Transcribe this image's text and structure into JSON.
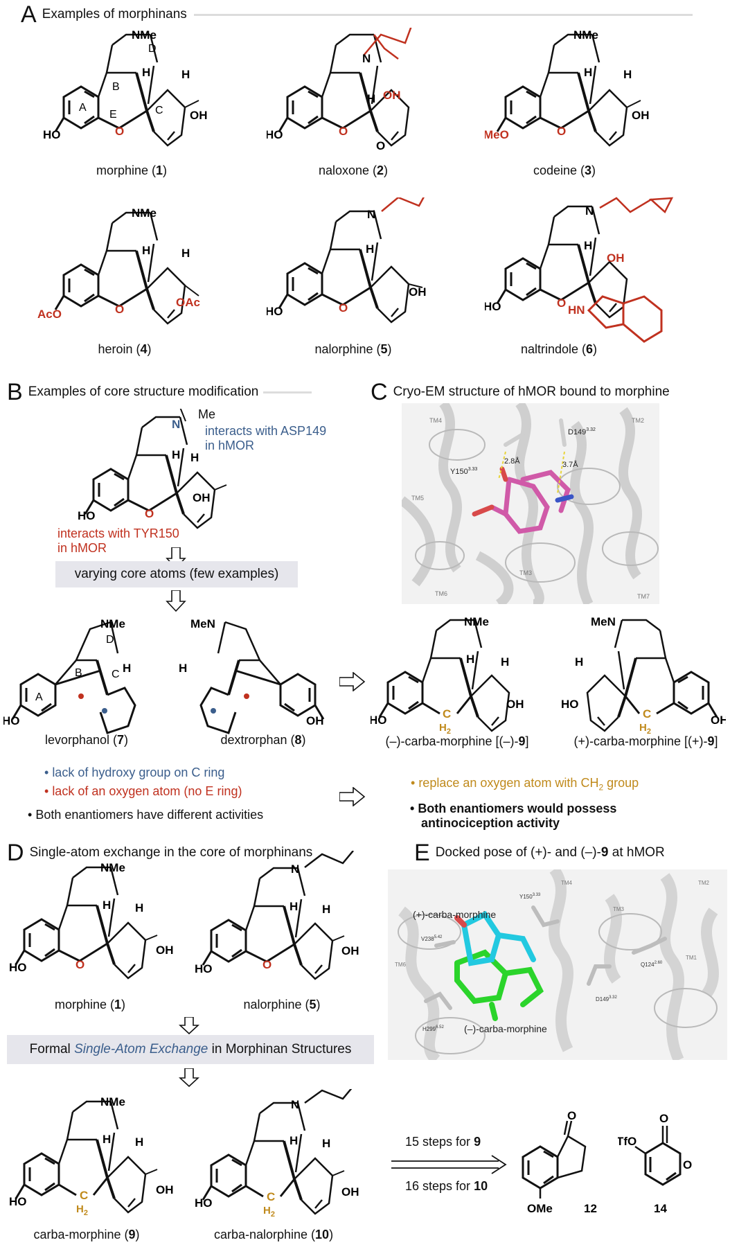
{
  "sectionA": {
    "letter": "A",
    "title": "Examples of morphinans",
    "compounds": [
      {
        "name": "morphine",
        "num": "1"
      },
      {
        "name": "naloxone",
        "num": "2"
      },
      {
        "name": "codeine",
        "num": "3"
      },
      {
        "name": "heroin",
        "num": "4"
      },
      {
        "name": "nalorphine",
        "num": "5"
      },
      {
        "name": "naltrindole",
        "num": "6"
      }
    ],
    "atom_labels": {
      "nme": "NMe",
      "n": "N",
      "h": "H",
      "oh": "OH",
      "ho": "HO",
      "o": "O",
      "meo": "MeO",
      "aco": "AcO",
      "oac": "OAc",
      "hn": "HN",
      "ketone_o": "O",
      "rings": [
        "A",
        "B",
        "C",
        "D",
        "E"
      ]
    }
  },
  "sectionB": {
    "letter": "B",
    "title": "Examples of core structure modification",
    "me": "Me",
    "n_label": "N",
    "asp_note_line1": "interacts with ASP149",
    "asp_note_line2": "in hMOR",
    "tyr_note_line1": "interacts with TYR150",
    "tyr_note_line2": "in hMOR",
    "box": "varying core atoms (few examples)",
    "compounds": [
      {
        "name": "levorphanol",
        "num": "7"
      },
      {
        "name": "dextrorphan",
        "num": "8"
      }
    ],
    "bullets": [
      {
        "text": "lack of hydroxy group on C ring",
        "color": "blue"
      },
      {
        "text": "lack of an oxygen atom (no E ring)",
        "color": "red"
      },
      {
        "text": "Both enantiomers have different activities",
        "color": "black"
      }
    ],
    "men": "MeN"
  },
  "sectionC": {
    "letter": "C",
    "title": "Cryo-EM structure of hMOR bound to morphine",
    "panel_labels": {
      "tm4": "TM4",
      "tm2": "TM2",
      "tm5": "TM5",
      "tm6": "TM6",
      "tm3": "TM3",
      "tm7": "TM7",
      "d149": "D149",
      "d149_sup": "3.32",
      "y150": "Y150",
      "y150_sup": "3.33",
      "dist1": "2.8Å",
      "dist2": "3.7Å"
    },
    "compounds": [
      {
        "name": "(–)-carba-morphine [(–)-",
        "num": "9",
        "tail": "]"
      },
      {
        "name": "(+)-carba-morphine [(+)-",
        "num": "9",
        "tail": "]"
      }
    ],
    "ch2_c": "C",
    "ch2_h": "H",
    "ch2_sub": "2",
    "bullet_gold": "replace an oxygen atom with CH",
    "bullet_gold_sub": "2",
    "bullet_gold_tail": " group",
    "bullet_bold_line1": "Both enantiomers would possess",
    "bullet_bold_line2": "antinociception activity"
  },
  "sectionD": {
    "letter": "D",
    "title": "Single-atom exchange in the core of morphinans",
    "compounds": [
      {
        "name": "morphine",
        "num": "1"
      },
      {
        "name": "nalorphine",
        "num": "5"
      },
      {
        "name": "carba-morphine",
        "num": "9"
      },
      {
        "name": "carba-nalorphine",
        "num": "10"
      }
    ],
    "box_prefix": "Formal ",
    "box_italic": "Single-Atom Exchange",
    "box_suffix": " in Morphinan Structures",
    "steps": [
      {
        "text": "15 steps for ",
        "num": "9"
      },
      {
        "text": "16 steps for ",
        "num": "10"
      }
    ],
    "reagents": [
      {
        "num": "12",
        "labels": {
          "o": "O",
          "ome": "OMe"
        }
      },
      {
        "num": "14",
        "labels": {
          "tfo": "TfO",
          "o1": "O",
          "o2": "O"
        }
      }
    ]
  },
  "sectionE": {
    "letter": "E",
    "title_prefix": "Docked pose of (+)- and (–)-",
    "title_num": "9",
    "title_suffix": " at hMOR",
    "panel_labels": {
      "plus": "(+)-carba-morphine",
      "minus": "(–)-carba-morphine",
      "y150": "Y150",
      "y150_sup": "3.33",
      "v238": "V238",
      "v238_sup": "5.42",
      "q124": "Q124",
      "q124_sup": "2.60",
      "d149": "D149",
      "d149_sup": "3.32",
      "h299": "H299",
      "h299_sup": "6.52",
      "tm4": "TM4",
      "tm2": "TM2",
      "tm3": "TM3",
      "tm1": "TM1",
      "tm6": "TM6"
    }
  },
  "colors": {
    "red": "#c0311f",
    "blue": "#3b5e8c",
    "gold": "#c08a1c",
    "magenta": "#d05aa8",
    "cyan": "#22c9e0",
    "green": "#2bd42b"
  }
}
